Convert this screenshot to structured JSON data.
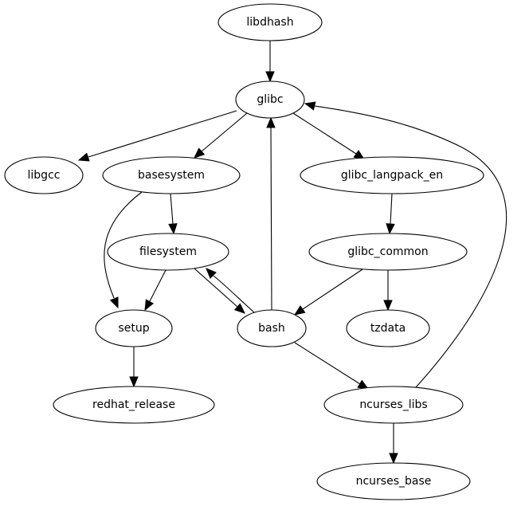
{
  "diagram": {
    "type": "directed-graph",
    "nodes": [
      {
        "id": "libdhash",
        "label": "libdhash"
      },
      {
        "id": "glibc",
        "label": "glibc"
      },
      {
        "id": "libgcc",
        "label": "libgcc"
      },
      {
        "id": "basesystem",
        "label": "basesystem"
      },
      {
        "id": "glibc_langpack_en",
        "label": "glibc_langpack_en"
      },
      {
        "id": "filesystem",
        "label": "filesystem"
      },
      {
        "id": "glibc_common",
        "label": "glibc_common"
      },
      {
        "id": "setup",
        "label": "setup"
      },
      {
        "id": "bash",
        "label": "bash"
      },
      {
        "id": "tzdata",
        "label": "tzdata"
      },
      {
        "id": "redhat_release",
        "label": "redhat_release"
      },
      {
        "id": "ncurses_libs",
        "label": "ncurses_libs"
      },
      {
        "id": "ncurses_base",
        "label": "ncurses_base"
      }
    ],
    "edges": [
      {
        "from": "libdhash",
        "to": "glibc"
      },
      {
        "from": "glibc",
        "to": "libgcc"
      },
      {
        "from": "glibc",
        "to": "basesystem"
      },
      {
        "from": "glibc",
        "to": "glibc_langpack_en"
      },
      {
        "from": "basesystem",
        "to": "filesystem"
      },
      {
        "from": "basesystem",
        "to": "setup"
      },
      {
        "from": "glibc_langpack_en",
        "to": "glibc_common"
      },
      {
        "from": "filesystem",
        "to": "setup"
      },
      {
        "from": "filesystem",
        "to": "bash"
      },
      {
        "from": "bash",
        "to": "filesystem"
      },
      {
        "from": "bash",
        "to": "glibc"
      },
      {
        "from": "glibc_common",
        "to": "bash"
      },
      {
        "from": "glibc_common",
        "to": "tzdata"
      },
      {
        "from": "setup",
        "to": "redhat_release"
      },
      {
        "from": "bash",
        "to": "ncurses_libs"
      },
      {
        "from": "ncurses_libs",
        "to": "glibc"
      },
      {
        "from": "ncurses_libs",
        "to": "ncurses_base"
      }
    ]
  }
}
